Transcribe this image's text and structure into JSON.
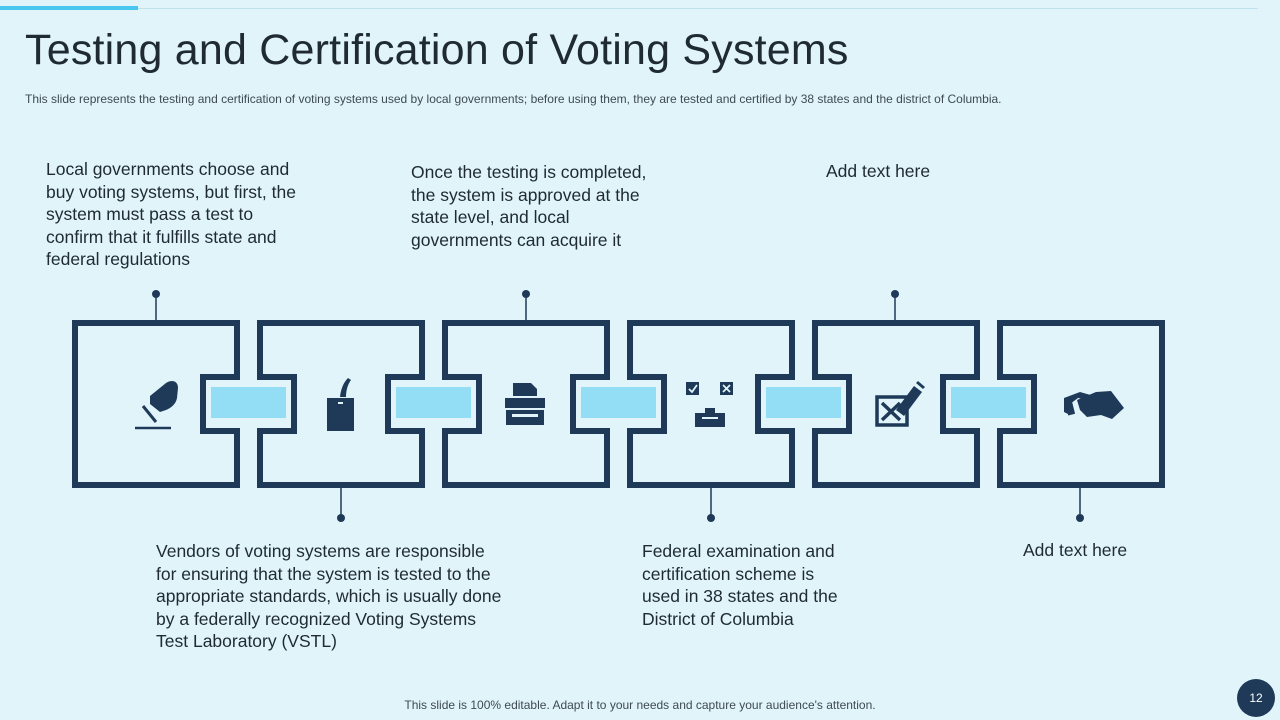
{
  "slide": {
    "title": "Testing and Certification of Voting Systems",
    "subtitle": "This slide represents the testing and certification of voting  systems used by local governments;  before  using them, they are tested and certified  by 38 states and the district of Columbia.",
    "footer": "This slide is 100% editable. Adapt it to your needs and capture your audience's attention.",
    "page_number": "12"
  },
  "colors": {
    "background": "#e0f4fa",
    "frame": "#1e3a58",
    "connector": "#93def5",
    "accent": "#47c6ef"
  },
  "steps": [
    {
      "icon": "hand-voting-icon",
      "text_lines": [
        "Local governments choose and",
        "buy voting systems, but first, the",
        "system must pass a test to",
        "confirm that it fulfills state and",
        "federal regulations"
      ]
    },
    {
      "icon": "ballot-box-icon",
      "text_lines": [
        "Vendors of voting systems are responsible",
        "for ensuring that the system is tested to the",
        "appropriate standards, which is usually done",
        "by a federally recognized Voting Systems",
        "Test Laboratory (VSTL)"
      ]
    },
    {
      "icon": "printer-icon",
      "text_lines": [
        "Once the testing is completed,",
        "the system is approved at the",
        "state level, and local",
        "governments can acquire it"
      ]
    },
    {
      "icon": "vote-choice-box-icon",
      "text_lines": [
        "Federal examination and",
        "certification scheme is",
        "used in 38 states and the",
        "District of Columbia"
      ]
    },
    {
      "icon": "checkbox-pen-icon",
      "text_lines": [
        "Add text here"
      ]
    },
    {
      "icon": "handshake-icon",
      "text_lines": [
        "Add text here"
      ]
    }
  ]
}
